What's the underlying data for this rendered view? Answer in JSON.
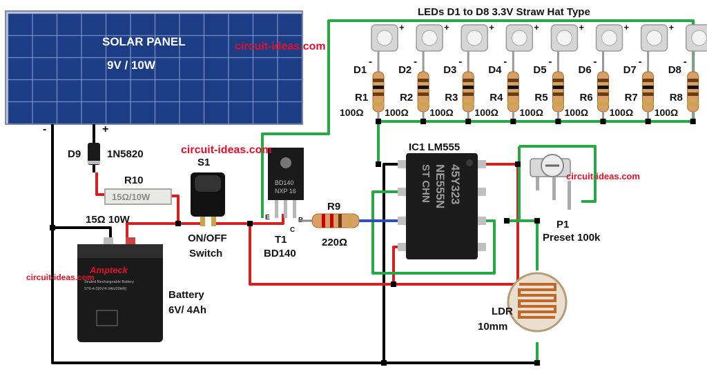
{
  "title": "LEDs D1 to D8 3.3V Straw Hat Type",
  "watermark": "circuit-ideas.com",
  "colors": {
    "wire_black": "#000000",
    "wire_red": "#d42020",
    "wire_green": "#27a844",
    "wire_blue": "#2a4fbf",
    "watermark": "#e0102a",
    "panel_cell": "#1d3c86"
  },
  "solar_panel": {
    "title": "SOLAR PANEL",
    "rating": "9V / 10W",
    "neg": "-",
    "pos": "+"
  },
  "d9": {
    "name": "D9",
    "part": "1N5820"
  },
  "r10": {
    "name": "R10",
    "body_text": "15Ω/10W",
    "value": "15Ω 10W"
  },
  "s1": {
    "name": "S1",
    "line1": "ON/OFF",
    "line2": "Switch"
  },
  "t1": {
    "name": "T1",
    "part": "BD140",
    "pin_e": "E",
    "pin_c": "C",
    "pin_b": "B",
    "marking1": "BD140",
    "marking2": "NXP 16"
  },
  "r9": {
    "name": "R9",
    "value": "220Ω"
  },
  "ic1": {
    "title": "IC1 LM555",
    "marking1": "ST CHN",
    "marking2": "NE555N",
    "marking3": "45Y323"
  },
  "p1": {
    "name": "P1",
    "desc": "Preset 100k"
  },
  "ldr": {
    "name": "LDR",
    "size": "10mm"
  },
  "battery": {
    "line1": "Battery",
    "line2": "6V/ 4Ah",
    "brand": "Ampteck",
    "body1": "Sealed Rechargeable Battery",
    "body2": "ST6-4.0(6V/4.0Ah/20HR)"
  },
  "leds": [
    {
      "name": "D1",
      "plus": "+",
      "minus": "-"
    },
    {
      "name": "D2",
      "plus": "+",
      "minus": "-"
    },
    {
      "name": "D3",
      "plus": "+",
      "minus": "-"
    },
    {
      "name": "D4",
      "plus": "+",
      "minus": "-"
    },
    {
      "name": "D5",
      "plus": "+",
      "minus": "-"
    },
    {
      "name": "D6",
      "plus": "+",
      "minus": "-"
    },
    {
      "name": "D7",
      "plus": "+",
      "minus": "-"
    },
    {
      "name": "D8",
      "plus": "+",
      "minus": "-"
    }
  ],
  "resistors": [
    {
      "name": "R1",
      "value": "100Ω"
    },
    {
      "name": "R2",
      "value": "100Ω"
    },
    {
      "name": "R3",
      "value": "100Ω"
    },
    {
      "name": "R4",
      "value": "100Ω"
    },
    {
      "name": "R5",
      "value": "100Ω"
    },
    {
      "name": "R6",
      "value": "100Ω"
    },
    {
      "name": "R7",
      "value": "100Ω"
    },
    {
      "name": "R8",
      "value": "100Ω"
    }
  ]
}
